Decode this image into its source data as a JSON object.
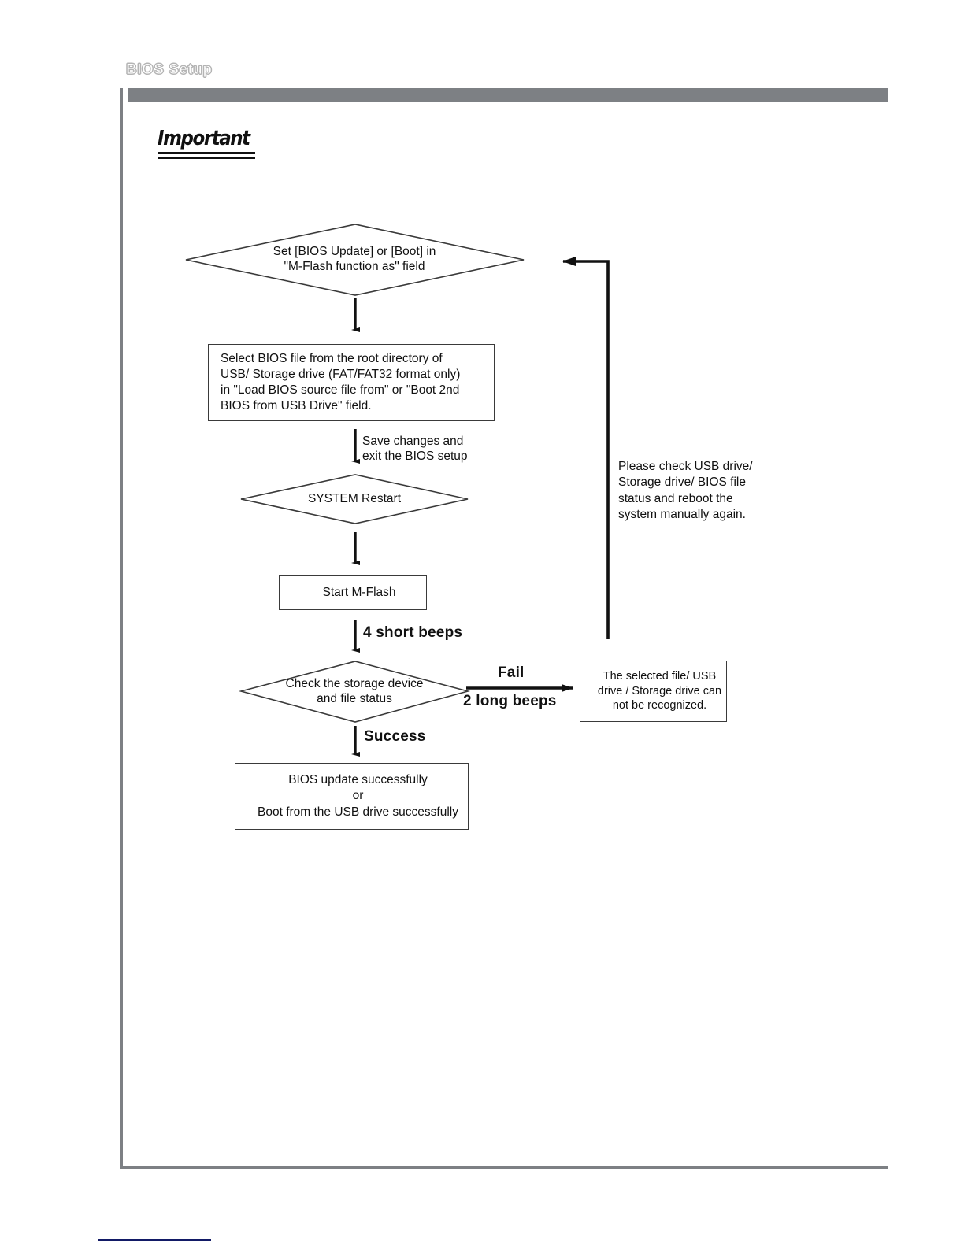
{
  "page": {
    "header_title": "BIOS Setup",
    "important_label": "Important",
    "frame_color": "#7d8084",
    "footer_rule_color": "#121a66",
    "ink_color": "#111111"
  },
  "flowchart": {
    "type": "flowchart",
    "title": "M-Flash BIOS update / boot procedure",
    "nodes": [
      {
        "id": "set-mflash",
        "shape": "diamond",
        "text": "Set [BIOS Update] or [Boot] in\n\"M-Flash function as\" field"
      },
      {
        "id": "select-bios",
        "shape": "rectangle",
        "text": "Select BIOS file from the root directory of\nUSB/ Storage drive (FAT/FAT32 format only)\nin \"Load BIOS source file from\" or \"Boot 2nd\nBIOS from USB Drive\" field."
      },
      {
        "id": "system-restart",
        "shape": "diamond",
        "text": "SYSTEM Restart"
      },
      {
        "id": "start-mflash",
        "shape": "rectangle",
        "text": "Start M-Flash"
      },
      {
        "id": "check-storage",
        "shape": "diamond",
        "text": "Check the storage device\nand file status"
      },
      {
        "id": "fail-message",
        "shape": "rectangle",
        "text": "The selected file/ USB\ndrive / Storage drive can\nnot be recognized."
      },
      {
        "id": "success-message",
        "shape": "rectangle",
        "text": "BIOS update successfully\nor\nBoot from the USB drive successfully"
      }
    ],
    "edge_labels": {
      "save_and_exit": "Save changes and\nexit the BIOS setup",
      "four_short_beeps": "4 short beeps",
      "fail": "Fail",
      "two_long_beeps": "2 long beeps",
      "success": "Success"
    },
    "notes": {
      "check_usb_note": "Please check USB drive/\nStorage drive/ BIOS file\nstatus and reboot the\nsystem manually again."
    }
  }
}
